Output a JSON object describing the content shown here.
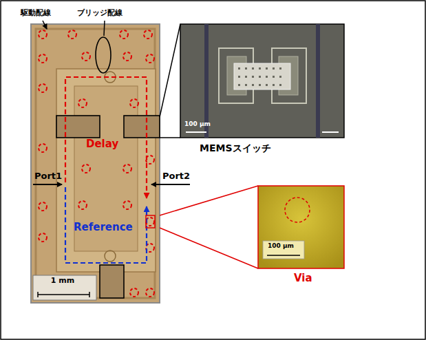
{
  "diagram": {
    "nodes": [
      {
        "text": [
          "Delay",
          "Reference",
          "1 mm"
        ]
      },
      {
        "text": [
          "100 µm",
          "MEMSスイッチ"
        ]
      },
      {
        "text": [
          "100 µm",
          "Via"
        ]
      }
    ],
    "edges": [
      {
        "from": 0,
        "to": 1,
        "arrow": "none"
      },
      {
        "from": 0,
        "to": 2,
        "arrow": "none"
      }
    ],
    "labels": [
      "駆動配線",
      "ブリッジ配線",
      "Port1",
      "Port2"
    ]
  }
}
